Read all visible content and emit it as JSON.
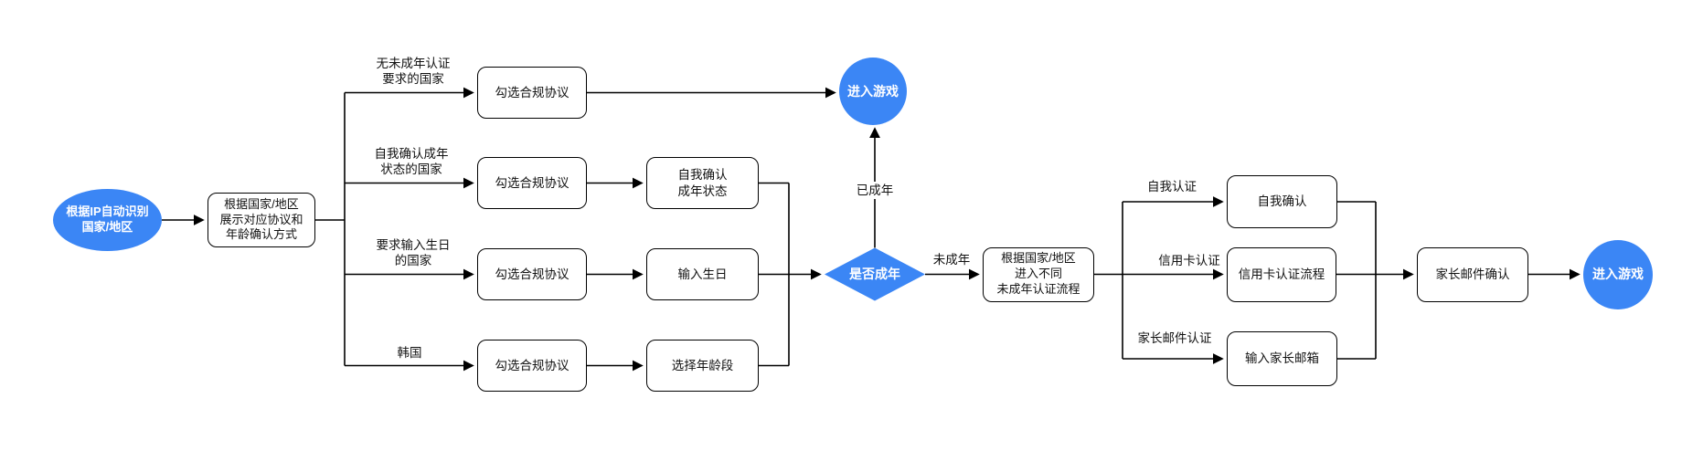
{
  "diagram": {
    "accent_color": "#3B86F5",
    "nodes": {
      "start": "根据IP自动识别\n国家/地区",
      "show_agreement": "根据国家/地区\n展示对应协议和\n年龄确认方式",
      "check_agreement": "勾选合规协议",
      "self_confirm_adult_status": "自我确认\n成年状态",
      "enter_birthday": "输入生日",
      "select_age_range": "选择年龄段",
      "enter_game": "进入游戏",
      "is_adult_decision": "是否成年",
      "minor_flow": "根据国家/地区\n进入不同\n未成年认证流程",
      "self_confirm": "自我确认",
      "credit_card_flow": "信用卡认证流程",
      "enter_parent_email": "输入家长邮箱",
      "parent_email_confirm": "家长邮件确认"
    },
    "edge_labels": {
      "no_verification_countries": "无未成年认证\n要求的国家",
      "self_confirm_countries": "自我确认成年\n状态的国家",
      "birthday_countries": "要求输入生日\n的国家",
      "korea": "韩国",
      "adult": "已成年",
      "minor": "未成年",
      "self_auth": "自我认证",
      "credit_card_auth": "信用卡认证",
      "parent_email_auth": "家长邮件认证"
    }
  }
}
